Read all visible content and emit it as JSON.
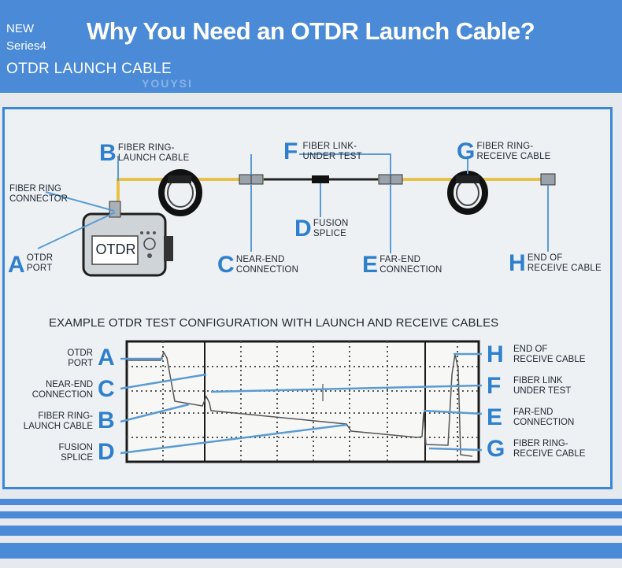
{
  "header": {
    "tag_line1": "NEW",
    "tag_line2": "Series4",
    "subtitle": "OTDR LAUNCH CABLE",
    "title": "Why You Need an OTDR Launch Cable?",
    "watermark": "YOUYSI"
  },
  "colors": {
    "header_bg": "#4a8ad6",
    "accent_blue": "#2f7fcf",
    "panel_border": "#3a86d8",
    "fiber_yellow": "#e6c24a",
    "trace_blue": "#5a9bd5"
  },
  "device": {
    "label": "OTDR"
  },
  "top_labels": {
    "a": {
      "letter": "A",
      "text1": "OTDR",
      "text2": "PORT"
    },
    "b": {
      "letter": "B",
      "text1": "FIBER RING-",
      "text2": "LAUNCH CABLE"
    },
    "c": {
      "letter": "C",
      "text1": "NEAR-END",
      "text2": "CONNECTION"
    },
    "d": {
      "letter": "D",
      "text1": "FUSION",
      "text2": "SPLICE"
    },
    "e": {
      "letter": "E",
      "text1": "FAR-END",
      "text2": "CONNECTION"
    },
    "f": {
      "letter": "F",
      "text1": "FIBER LINK-",
      "text2": "UNDER TEST"
    },
    "g": {
      "letter": "G",
      "text1": "FIBER RING-",
      "text2": "RECEIVE CABLE"
    },
    "h": {
      "letter": "H",
      "text1": "END OF",
      "text2": "RECEIVE CABLE"
    },
    "connector": {
      "text1": "FIBER RING",
      "text2": "CONNECTOR"
    }
  },
  "trace_section": {
    "heading": "EXAMPLE OTDR TEST CONFIGURATION WITH LAUNCH AND RECEIVE CABLES",
    "left": [
      {
        "letter": "A",
        "text1": "OTDR",
        "text2": "PORT"
      },
      {
        "letter": "C",
        "text1": "NEAR-END",
        "text2": "CONNECTION"
      },
      {
        "letter": "B",
        "text1": "FIBER RING-",
        "text2": "LAUNCH CABLE"
      },
      {
        "letter": "D",
        "text1": "FUSION",
        "text2": "SPLICE"
      }
    ],
    "right": [
      {
        "letter": "H",
        "text1": "END OF",
        "text2": "RECEIVE CABLE"
      },
      {
        "letter": "F",
        "text1": "FIBER LINK",
        "text2": "UNDER TEST"
      },
      {
        "letter": "E",
        "text1": "FAR-END",
        "text2": "CONNECTION"
      },
      {
        "letter": "G",
        "text1": "FIBER RING-",
        "text2": "RECEIVE CABLE"
      }
    ]
  }
}
